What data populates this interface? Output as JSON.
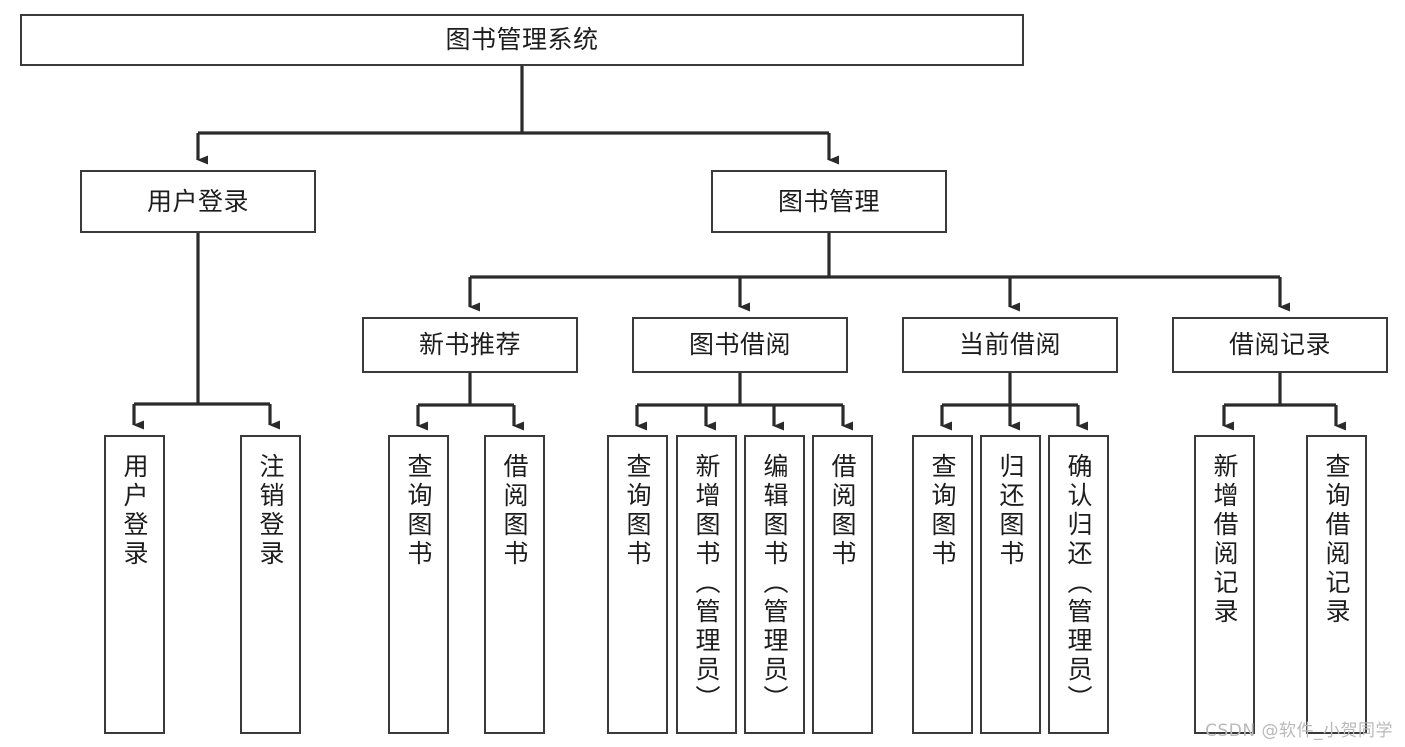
{
  "diagram": {
    "title": "图书管理系统",
    "watermark": "CSDN @软件_小贺同学",
    "colors": {
      "box_border": "#3a3a3a",
      "box_fill": "#ffffff",
      "connector": "#2b2b2b",
      "text": "#1d1d1d",
      "watermark": "#b9b9b9",
      "background": "#ffffff"
    },
    "root": {
      "label": "图书管理系统"
    },
    "level1": [
      {
        "label": "用户登录"
      },
      {
        "label": "图书管理"
      }
    ],
    "level2": [
      {
        "label": "新书推荐"
      },
      {
        "label": "图书借阅"
      },
      {
        "label": "当前借阅"
      },
      {
        "label": "借阅记录"
      }
    ],
    "leaves": {
      "user_login": [
        {
          "label": "用户登录"
        },
        {
          "label": "注销登录"
        }
      ],
      "new_book_recommend": [
        {
          "label": "查询图书"
        },
        {
          "label": "借阅图书"
        }
      ],
      "book_borrow": [
        {
          "label": "查询图书"
        },
        {
          "label": "新增图书（管理员）"
        },
        {
          "label": "编辑图书（管理员）"
        },
        {
          "label": "借阅图书"
        }
      ],
      "current_borrow": [
        {
          "label": "查询图书"
        },
        {
          "label": "归还图书"
        },
        {
          "label": "确认归还（管理员）"
        }
      ],
      "borrow_record": [
        {
          "label": "新增借阅记录"
        },
        {
          "label": "查询借阅记录"
        }
      ]
    }
  }
}
